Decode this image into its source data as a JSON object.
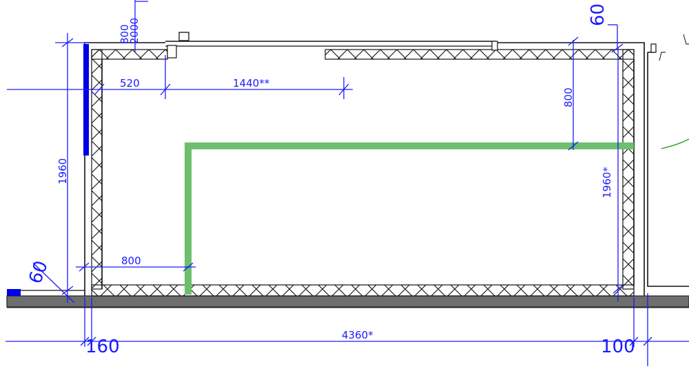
{
  "colors": {
    "dimension": "#1a1aff",
    "wall": "#111111",
    "floor": "#6e6e6e",
    "green_line": "#6cbf6c",
    "window_blue": "#0000e6"
  },
  "dimensions": {
    "top_height": "800\n2000",
    "top_right": "60",
    "left_offset": "520",
    "window_width": "1440**",
    "right_drop": "800",
    "left_height": "1960",
    "right_height": "1960*",
    "bottom_offset": "800",
    "left_corner": "60",
    "total_width": "4360*",
    "bottom_left": "160",
    "bottom_right": "100"
  }
}
